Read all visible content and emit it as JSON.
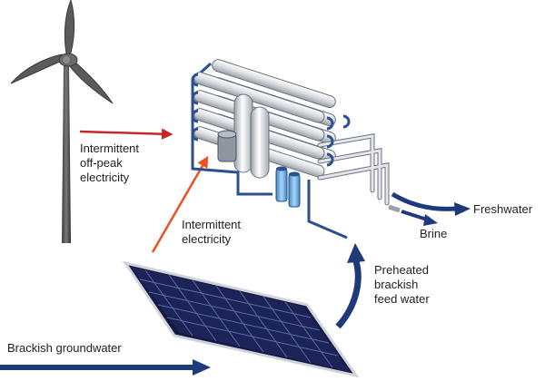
{
  "labels": {
    "wind_power": "Intermittent\noff-peak\nelectricity",
    "solar_power": "Intermittent\nelectricity",
    "feed_water": "Preheated\nbrackish\nfeed water",
    "groundwater": "Brackish groundwater",
    "freshwater": "Freshwater",
    "brine": "Brine"
  },
  "colors": {
    "wind_arrow": "#c62828",
    "solar_arrow": "#e8531f",
    "water_arrow": "#1f3a7a",
    "panel": "#1b2357",
    "pipe": "#d9dce1",
    "pipe_edge": "#6b7280",
    "frame": "#2b4f8f",
    "cartridge": "#6fb3e0"
  },
  "icons": {
    "turbine": "wind-turbine-icon",
    "panel": "solar-panel-icon",
    "plant": "desalination-unit-icon"
  }
}
